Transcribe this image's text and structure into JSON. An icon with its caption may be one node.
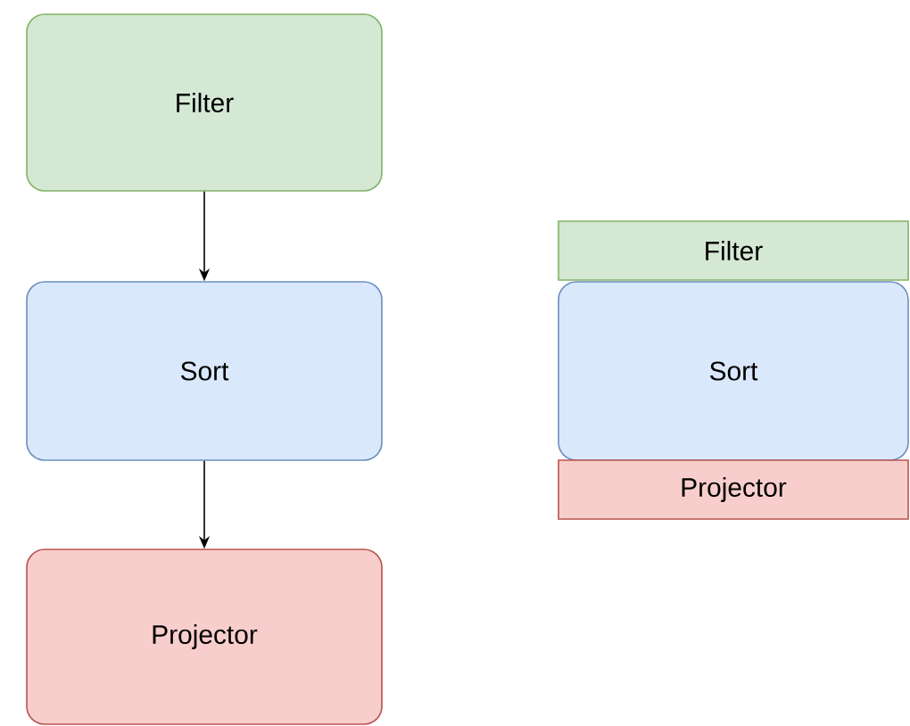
{
  "diagram": {
    "nodes": [
      {
        "text": [
          "Filter"
        ]
      },
      {
        "text": [
          "Sort"
        ]
      },
      {
        "text": [
          "Projector"
        ]
      },
      {
        "text": [
          "Filter"
        ]
      },
      {
        "text": [
          "Sort"
        ]
      },
      {
        "text": [
          "Projector"
        ]
      }
    ],
    "edges": [
      {
        "from": 0,
        "to": 1,
        "arrow": "to"
      },
      {
        "from": 1,
        "to": 2,
        "arrow": "to"
      }
    ]
  }
}
